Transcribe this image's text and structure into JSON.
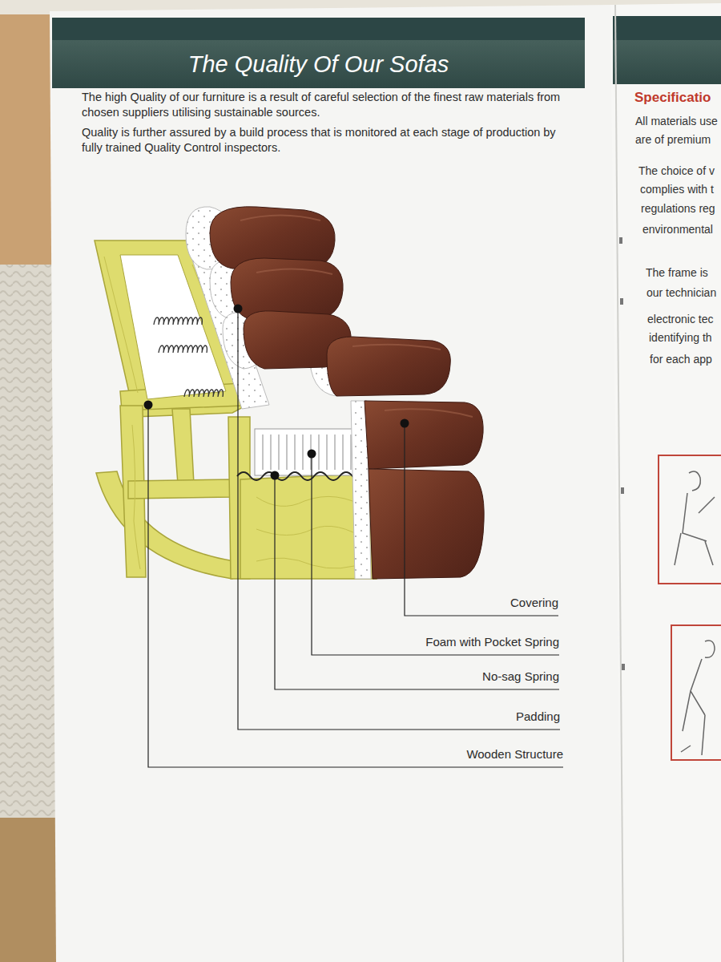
{
  "diagram": {
    "title": "The Quality Of Our Sofas",
    "labels": [
      "The high Quality of our furniture is a result of careful selection of the finest raw materials from chosen suppliers utilising sustainable sources.",
      "Quality is further assured by a build process that is monitored at each stage of production by fully trained Quality Control inspectors.",
      "Covering",
      "Foam with Pocket Spring",
      "No-sag Spring",
      "Padding",
      "Wooden Structure",
      "Specificatio",
      "All materials use",
      "are of premium",
      "The choice of v",
      "complies with t",
      "regulations reg",
      "environmental",
      "The frame is",
      "our technician",
      "electronic tec",
      "identifying th",
      "for each app"
    ]
  }
}
